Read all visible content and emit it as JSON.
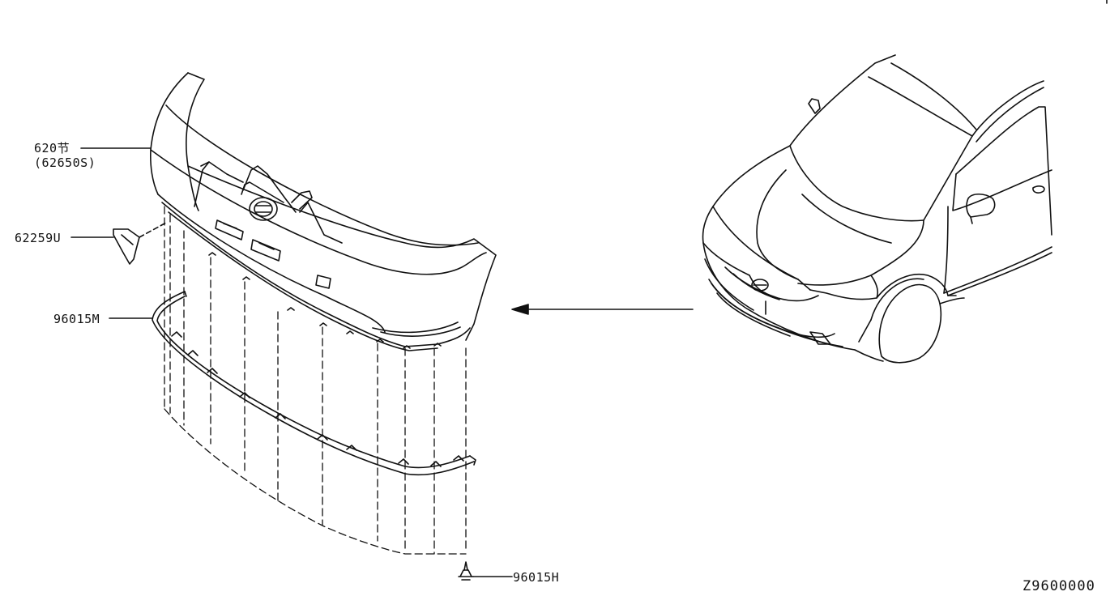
{
  "callouts": {
    "bumper_fascia": {
      "line1": "620节",
      "line2": "(62650S)"
    },
    "bracket": "62259U",
    "molding": "96015M",
    "clip": "96015H"
  },
  "diagram_id": "Z9600000",
  "colors": {
    "ink": "#111111",
    "background": "#ffffff"
  }
}
